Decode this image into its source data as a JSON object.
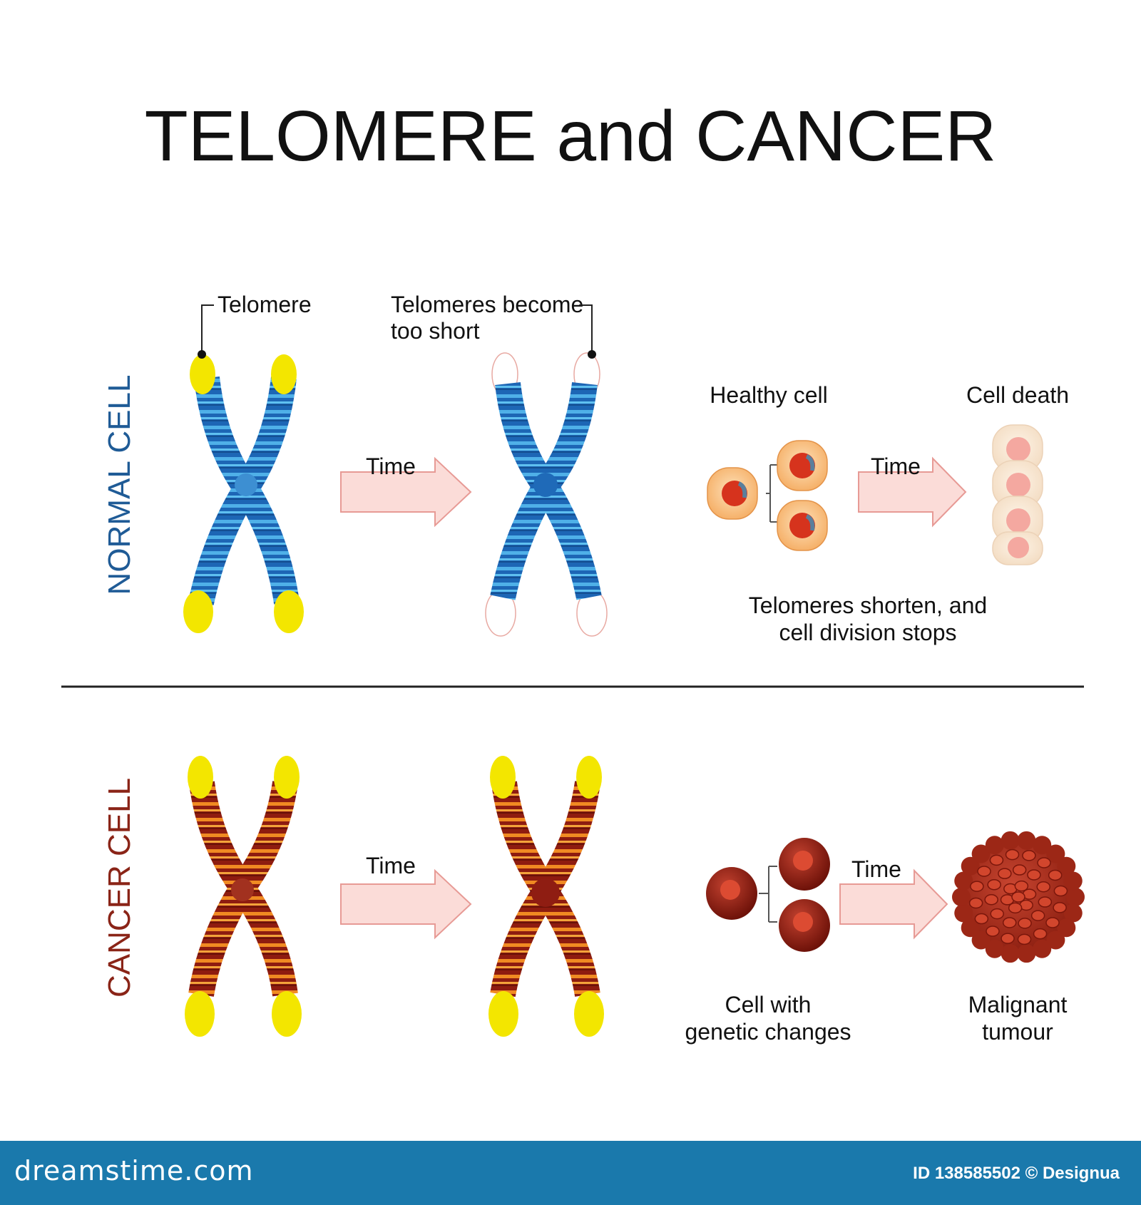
{
  "title": "TELOMERE and CANCER",
  "colors": {
    "normal_band": "#1d66b5",
    "normal_band_light": "#3aa0dc",
    "cancer_band": "#8e1c10",
    "cancer_band_light": "#f08a22",
    "telomere": "#f3e600",
    "arrow_fill": "#fbdcd8",
    "arrow_stroke": "#e79a95",
    "healthy_cell": "#f7c07a",
    "nucleus": "#d6331d",
    "dead_cell": "#f8e7d3",
    "cancer_cell": "#8f1d12",
    "tumour": "#a83020",
    "footer_bg": "#1a79ac"
  },
  "normal": {
    "row_label": "NORMAL CELL",
    "telomere_label": "Telomere",
    "short_label_line1": "Telomeres become",
    "short_label_line2": "too short",
    "time_label": "Time",
    "healthy_label": "Healthy cell",
    "death_label": "Cell death",
    "time_label_2": "Time",
    "caption_line1": "Telomeres shorten, and",
    "caption_line2": "cell division stops"
  },
  "cancer": {
    "row_label": "CANCER CELL",
    "time_label": "Time",
    "time_label_2": "Time",
    "cell_label_line1": "Cell with",
    "cell_label_line2": "genetic changes",
    "tumour_label_line1": "Malignant",
    "tumour_label_line2": "tumour"
  },
  "footer": {
    "site": "dreamstime.com",
    "credit": "ID 138585502 © Designua"
  }
}
